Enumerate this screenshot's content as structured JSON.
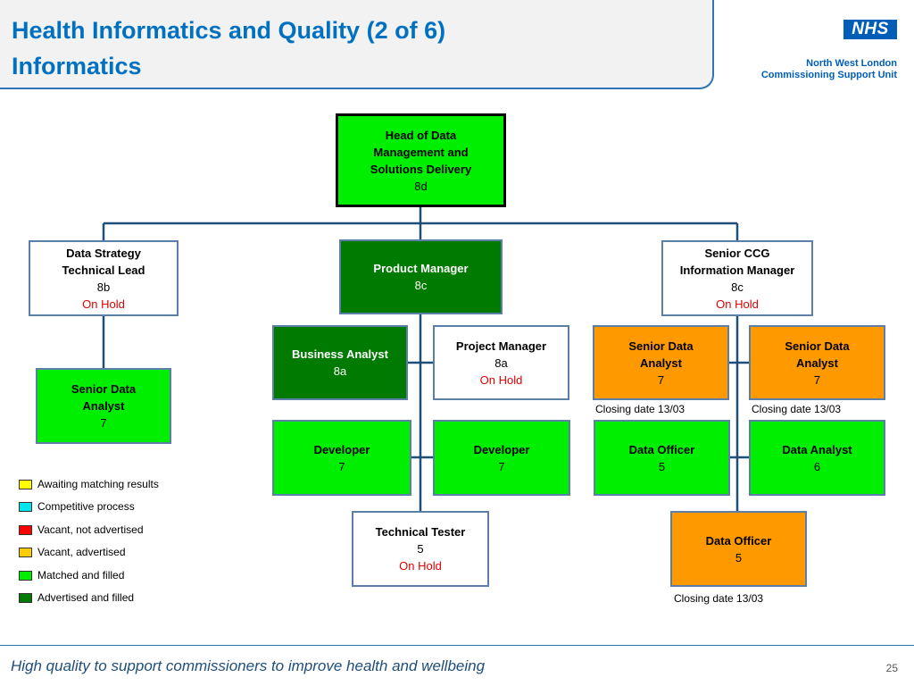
{
  "header": {
    "title_line1": "Health Informatics and Quality (2 of 6)",
    "title_line2": "Informatics",
    "logo_text": "NHS",
    "org_line1": "North West London",
    "org_line2": "Commissioning Support Unit"
  },
  "colors": {
    "awaiting": "#ffff00",
    "competitive": "#00e5ee",
    "vacant_not_advertised": "#ff0000",
    "vacant_advertised": "#ffcc00",
    "matched": "#00ee00",
    "advertised_filled": "#007a00",
    "orange_box": "#ff9900",
    "connector": "#1f4e79"
  },
  "org": {
    "head": {
      "name_line1": "Head of Data",
      "name_line2": "Management and",
      "name_line3": "Solutions Delivery",
      "grade": "8d"
    },
    "data_strategy": {
      "name_line1": "Data Strategy",
      "name_line2": "Technical Lead",
      "grade": "8b",
      "status": "On Hold"
    },
    "product_manager": {
      "name": "Product Manager",
      "grade": "8c"
    },
    "senior_ccg": {
      "name_line1": "Senior CCG",
      "name_line2": "Information Manager",
      "grade": "8c",
      "status": "On Hold"
    },
    "senior_data_analyst_left": {
      "name_line1": "Senior Data",
      "name_line2": "Analyst",
      "grade": "7"
    },
    "business_analyst": {
      "name": "Business Analyst",
      "grade": "8a"
    },
    "project_manager": {
      "name": "Project Manager",
      "grade": "8a",
      "status": "On Hold"
    },
    "senior_data_analyst_1": {
      "name_line1": "Senior Data",
      "name_line2": "Analyst",
      "grade": "7",
      "note": "Closing date 13/03"
    },
    "senior_data_analyst_2": {
      "name_line1": "Senior Data",
      "name_line2": "Analyst",
      "grade": "7",
      "note": "Closing date 13/03"
    },
    "developer_1": {
      "name": "Developer",
      "grade": "7"
    },
    "developer_2": {
      "name": "Developer",
      "grade": "7"
    },
    "data_officer_1": {
      "name": "Data Officer",
      "grade": "5"
    },
    "data_analyst": {
      "name": "Data Analyst",
      "grade": "6"
    },
    "technical_tester": {
      "name": "Technical Tester",
      "grade": "5",
      "status": "On Hold"
    },
    "data_officer_2": {
      "name": "Data Officer",
      "grade": "5",
      "note": "Closing date 13/03"
    }
  },
  "legend": [
    {
      "label": "Awaiting matching results",
      "color": "#ffff00"
    },
    {
      "label": "Competitive process",
      "color": "#00e5ee"
    },
    {
      "label": "Vacant, not advertised",
      "color": "#ff0000"
    },
    {
      "label": "Vacant, advertised",
      "color": "#ffcc00"
    },
    {
      "label": "Matched and filled",
      "color": "#00ee00"
    },
    {
      "label": "Advertised and filled",
      "color": "#007a00"
    }
  ],
  "footer": {
    "tagline": "High quality to support commissioners to improve health and wellbeing",
    "page_number": "25"
  }
}
